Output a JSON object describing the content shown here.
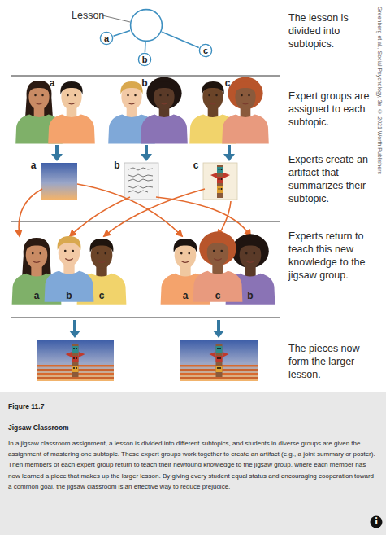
{
  "diagram": {
    "title": "Jigsaw Classroom",
    "caption": "In a jigsaw classroom assignment, a lesson is divided into different subtopics, and students in diverse groups are given the assignment of mastering one subtopic. These expert groups work together to create an artifact (e.g., a joint summary or poster). Then members of each expert group return to teach their newfound knowledge to the jigsaw group, where each member has now learned a piece that makes up the larger lesson. By giving every student equal status and encouraging cooperation toward a common goal, the jigsaw classroom is an effective way to reduce prejudice.",
    "nodes": [
      {
        "text": [
          "Lesson"
        ]
      },
      {
        "text": [
          "a"
        ]
      },
      {
        "text": [
          "b"
        ]
      },
      {
        "text": [
          "c"
        ]
      },
      {
        "text": [
          "i"
        ]
      }
    ],
    "edges": [
      {
        "from": 0,
        "to": 1,
        "arrow": "none"
      },
      {
        "from": 0,
        "to": 2,
        "arrow": "none"
      },
      {
        "from": 0,
        "to": 3,
        "arrow": "none"
      }
    ],
    "labels": [
      "a",
      "b",
      "c",
      "a",
      "b",
      "c",
      "a",
      "b",
      "c",
      "a",
      "c",
      "b",
      "The lesson is divided into subtopics.",
      "Expert groups are assigned to each subtopic.",
      "Experts create an artifact that summarizes their subtopic.",
      "Experts return to teach this new knowledge to the jigsaw group.",
      "The pieces now form the larger lesson.",
      "Greenberg et al., Social Psychology, 3e, © 2021 Worth Publishers",
      "Figure 11.7"
    ]
  }
}
